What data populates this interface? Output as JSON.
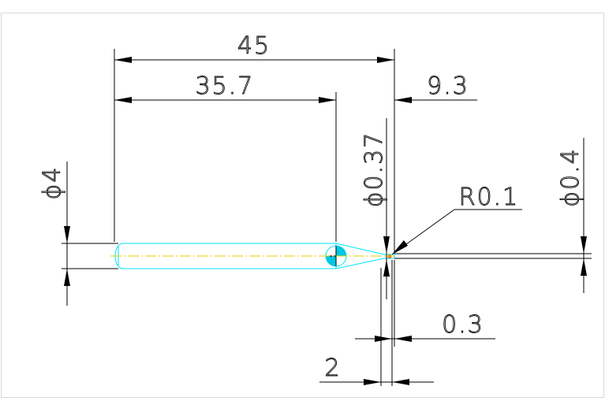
{
  "drawing": {
    "dimensions": {
      "overall_length": "45",
      "shank_length": "35.7",
      "tip_length": "9.3",
      "shank_diameter": "ϕ4",
      "neck_diameter": "ϕ0.37",
      "tip_diameter": "ϕ0.4",
      "tip_radius": "R0.1",
      "flute_width": "0.3",
      "step_width": "2"
    },
    "colors": {
      "background": "#ffffff",
      "frame": "#d8d8d8",
      "dimension": "#000000",
      "part_outline": "#00e5ff",
      "centerline": "#e0d000",
      "section_fill": "#00c8e0"
    }
  }
}
